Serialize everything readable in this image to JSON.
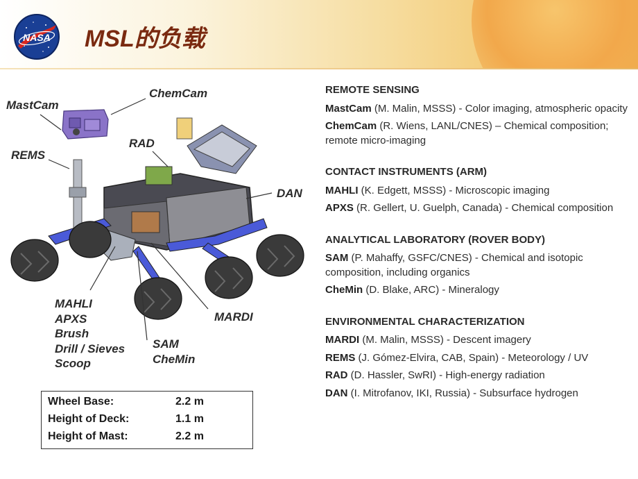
{
  "header": {
    "title": "MSL的负载",
    "logo_text": "NASA"
  },
  "callouts": {
    "mastcam": "MastCam",
    "chemcam": "ChemCam",
    "rems": "REMS",
    "rad": "RAD",
    "dan": "DAN",
    "mardi": "MARDI",
    "arm_instruments": [
      "MAHLI",
      "APXS",
      "Brush",
      "Drill / Sieves",
      "Scoop"
    ],
    "body_instruments": [
      "SAM",
      "CheMin"
    ]
  },
  "specs": [
    {
      "label": "Wheel Base:",
      "value": "2.2 m"
    },
    {
      "label": "Height of Deck:",
      "value": "1.1 m"
    },
    {
      "label": "Height of Mast:",
      "value": "2.2 m"
    }
  ],
  "sections": [
    {
      "title": "REMOTE SENSING",
      "items": [
        {
          "name": "MastCam",
          "desc": " (M. Malin, MSSS) - Color imaging, atmospheric opacity"
        },
        {
          "name": "ChemCam",
          "desc": " (R. Wiens, LANL/CNES) – Chemical composition; remote micro-imaging"
        }
      ]
    },
    {
      "title": "CONTACT INSTRUMENTS (ARM)",
      "items": [
        {
          "name": "MAHLI",
          "desc": " (K. Edgett, MSSS) - Microscopic imaging"
        },
        {
          "name": "APXS",
          "desc": " (R. Gellert, U. Guelph, Canada) - Chemical composition"
        }
      ]
    },
    {
      "title": "ANALYTICAL LABORATORY (ROVER BODY)",
      "items": [
        {
          "name": "SAM",
          "desc": " (P. Mahaffy, GSFC/CNES) - Chemical and isotopic composition, including organics"
        },
        {
          "name": "CheMin",
          "desc": " (D. Blake, ARC) - Mineralogy"
        }
      ]
    },
    {
      "title": "ENVIRONMENTAL CHARACTERIZATION",
      "items": [
        {
          "name": "MARDI",
          "desc": " (M. Malin, MSSS) - Descent imagery"
        },
        {
          "name": "REMS",
          "desc": " (J. Gómez-Elvira, CAB, Spain) - Meteorology / UV"
        },
        {
          "name": "RAD",
          "desc": " (D. Hassler, SwRI) - High-energy radiation"
        },
        {
          "name": "DAN",
          "desc": " (I. Mitrofanov, IKI, Russia) - Subsurface hydrogen"
        }
      ]
    }
  ],
  "colors": {
    "title": "#7a2a10",
    "header_accent": "#efb050"
  }
}
